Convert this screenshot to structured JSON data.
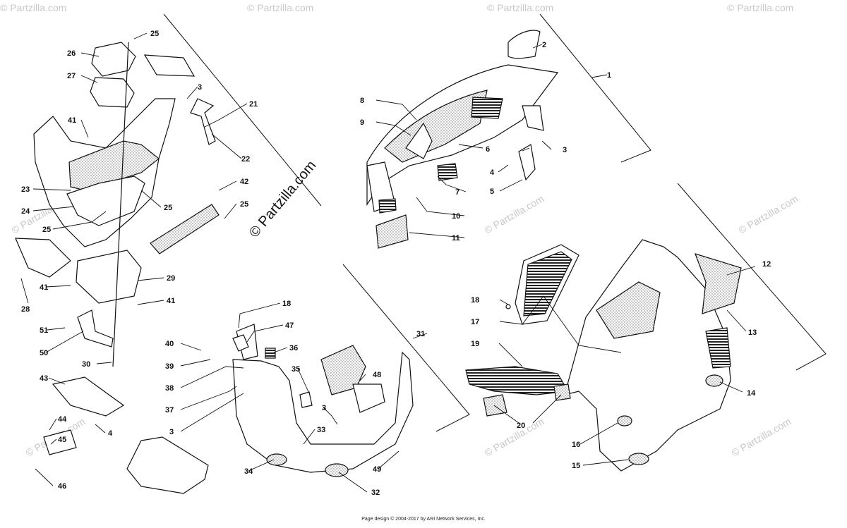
{
  "watermark": {
    "main": "© Partzilla.com",
    "repeat": "© Partzilla.com"
  },
  "footer": "Page design © 2004-2017 by ARI Network Services, Inc.",
  "callouts": [
    {
      "id": "c1",
      "text": "1"
    },
    {
      "id": "c2",
      "text": "2"
    },
    {
      "id": "c3a",
      "text": "3"
    },
    {
      "id": "c4a",
      "text": "4"
    },
    {
      "id": "c5",
      "text": "5"
    },
    {
      "id": "c6",
      "text": "6"
    },
    {
      "id": "c7",
      "text": "7"
    },
    {
      "id": "c8",
      "text": "8"
    },
    {
      "id": "c9",
      "text": "9"
    },
    {
      "id": "c10",
      "text": "10"
    },
    {
      "id": "c11",
      "text": "11"
    },
    {
      "id": "c12",
      "text": "12"
    },
    {
      "id": "c13",
      "text": "13"
    },
    {
      "id": "c14",
      "text": "14"
    },
    {
      "id": "c15",
      "text": "15"
    },
    {
      "id": "c16",
      "text": "16"
    },
    {
      "id": "c17",
      "text": "17"
    },
    {
      "id": "c18a",
      "text": "18"
    },
    {
      "id": "c19",
      "text": "19"
    },
    {
      "id": "c20",
      "text": "20"
    },
    {
      "id": "c21",
      "text": "21"
    },
    {
      "id": "c22",
      "text": "22"
    },
    {
      "id": "c23",
      "text": "23"
    },
    {
      "id": "c24",
      "text": "24"
    },
    {
      "id": "c25a",
      "text": "25"
    },
    {
      "id": "c25b",
      "text": "25"
    },
    {
      "id": "c25c",
      "text": "25"
    },
    {
      "id": "c25d",
      "text": "25"
    },
    {
      "id": "c26",
      "text": "26"
    },
    {
      "id": "c27",
      "text": "27"
    },
    {
      "id": "c3b",
      "text": "3"
    },
    {
      "id": "c41a",
      "text": "41"
    },
    {
      "id": "c42",
      "text": "42"
    },
    {
      "id": "c28",
      "text": "28"
    },
    {
      "id": "c29",
      "text": "29"
    },
    {
      "id": "c41b",
      "text": "41"
    },
    {
      "id": "c41c",
      "text": "41"
    },
    {
      "id": "c51",
      "text": "51"
    },
    {
      "id": "c50",
      "text": "50"
    },
    {
      "id": "c30",
      "text": "30"
    },
    {
      "id": "c43",
      "text": "43"
    },
    {
      "id": "c4b",
      "text": "4"
    },
    {
      "id": "c44",
      "text": "44"
    },
    {
      "id": "c45",
      "text": "45"
    },
    {
      "id": "c46",
      "text": "46"
    },
    {
      "id": "c18b",
      "text": "18"
    },
    {
      "id": "c47",
      "text": "47"
    },
    {
      "id": "c40",
      "text": "40"
    },
    {
      "id": "c39",
      "text": "39"
    },
    {
      "id": "c38",
      "text": "38"
    },
    {
      "id": "c37",
      "text": "37"
    },
    {
      "id": "c3c",
      "text": "3"
    },
    {
      "id": "c36",
      "text": "36"
    },
    {
      "id": "c35",
      "text": "35"
    },
    {
      "id": "c48",
      "text": "48"
    },
    {
      "id": "c31",
      "text": "31"
    },
    {
      "id": "c3d",
      "text": "3"
    },
    {
      "id": "c33",
      "text": "33"
    },
    {
      "id": "c34",
      "text": "34"
    },
    {
      "id": "c49",
      "text": "49"
    },
    {
      "id": "c32",
      "text": "32"
    }
  ]
}
